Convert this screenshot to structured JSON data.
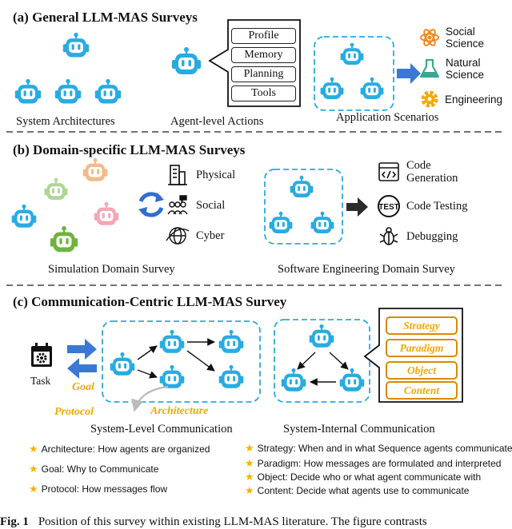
{
  "section_a": {
    "title": "(a) General LLM-MAS Surveys",
    "sys_arch_label": "System Architectures",
    "agent_actions_label": "Agent-level Actions",
    "actions": [
      "Profile",
      "Memory",
      "Planning",
      "Tools"
    ],
    "app_label": "Application Scenarios",
    "apps": [
      {
        "line1": "Social",
        "line2": "Science",
        "icon": "atom-icon"
      },
      {
        "line1": "Natural",
        "line2": "Science",
        "icon": "flask-icon"
      },
      {
        "line1": "Engineering",
        "line2": "",
        "icon": "gear-icon"
      }
    ]
  },
  "section_b": {
    "title": "(b) Domain-specific LLM-MAS Surveys",
    "domains": [
      {
        "label": "Physical",
        "icon": "building-icon"
      },
      {
        "label": "Social",
        "icon": "people-icon"
      },
      {
        "label": "Cyber",
        "icon": "globe-icon"
      }
    ],
    "sim_label": "Simulation Domain Survey",
    "se_tasks": [
      {
        "line1": "Code",
        "line2": "Generation",
        "icon": "code-icon"
      },
      {
        "line1": "Code Testing",
        "line2": "",
        "icon": "test-icon"
      },
      {
        "line1": "Debugging",
        "line2": "",
        "icon": "bug-icon"
      }
    ],
    "test_badge": "TEST",
    "se_label": "Software Engineering Domain Survey"
  },
  "section_c": {
    "title": "(c) Communication-Centric LLM-MAS Survey",
    "task_label": "Task",
    "goal_label": "Goal",
    "protocol_label": "Protocol",
    "architecture_label": "Architecture",
    "sys_level_label": "System-Level Communication",
    "internal_items": [
      "Strategy",
      "Paradigm",
      "Object",
      "Content"
    ],
    "sys_internal_label": "System-Internal Communication",
    "bullets_left": [
      "Architecture: How agents are organized",
      "Goal: Why to Communicate",
      "Protocol: How messages flow"
    ],
    "bullets_right": [
      "Strategy: When and in what Sequence agents communicate",
      "Paradigm: How messages are formulated and interpreted",
      "Object: Decide who or what agent communicate with",
      "Content: Decide what agents use to communicate"
    ]
  },
  "caption": {
    "fig": "Fig. 1",
    "text": "Position of this survey within existing LLM-MAS literature. The figure contrasts"
  },
  "colors": {
    "robot_blue": "#29abe2",
    "robot_green": "#6db33f",
    "robot_orange": "#f4a460",
    "robot_pink": "#f6a5b5",
    "arrow_blue": "#3a78d4",
    "accent_orange": "#f5a800",
    "dashed_blue": "#29abe2"
  }
}
